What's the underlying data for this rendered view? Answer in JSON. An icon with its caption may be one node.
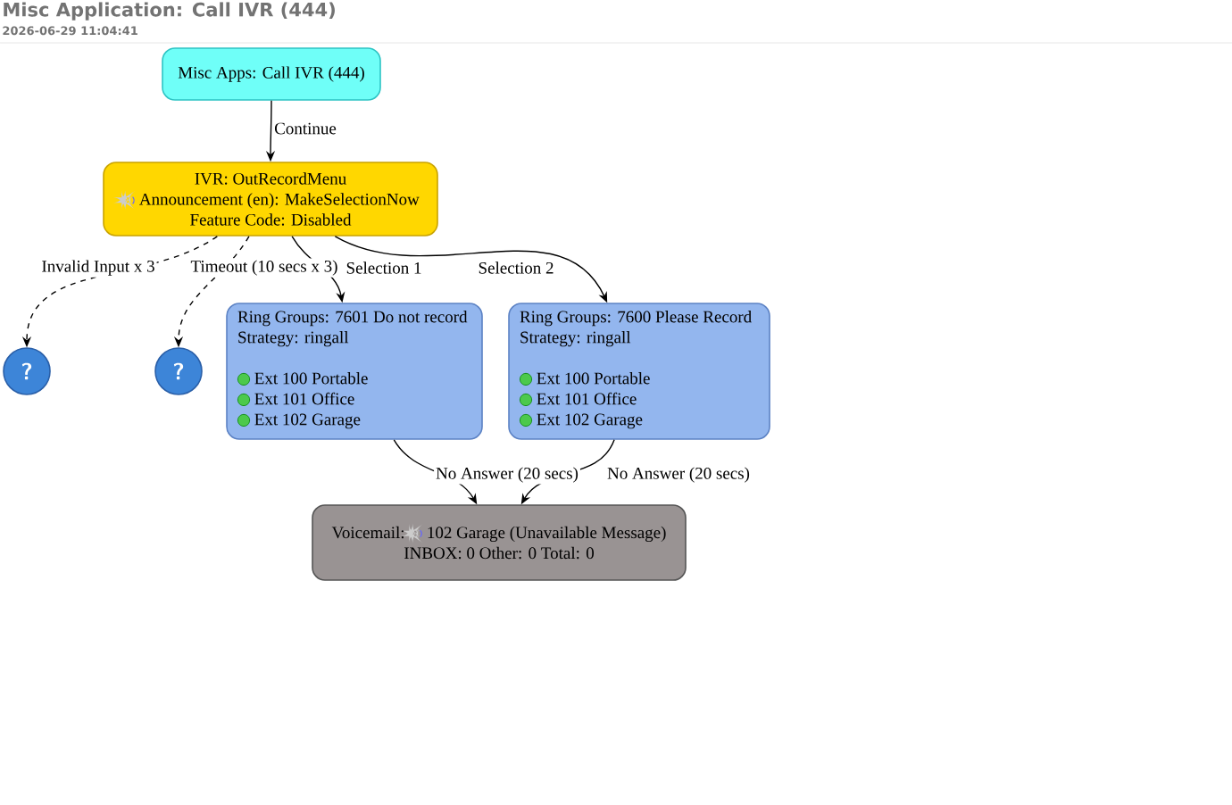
{
  "diagram": {
    "title": "Misc Application: Call IVR (444)",
    "nodes": [
      {
        "text": [
          "Misc Apps: Call IVR (444)"
        ]
      },
      {
        "text": [
          "IVR: OutRecordMenu",
          "Announcement (en): MakeSelectionNow",
          "Feature Code: Disabled"
        ]
      },
      {
        "text": [
          "?"
        ]
      },
      {
        "text": [
          "?"
        ]
      },
      {
        "text": [
          "Ring Groups: 7601 Do not record",
          "Strategy: ringall",
          "Ext 100 Portable",
          "Ext 101 Office",
          "Ext 102 Garage"
        ]
      },
      {
        "text": [
          "Ring Groups: 7600 Please Record",
          "Strategy: ringall",
          "Ext 100 Portable",
          "Ext 101 Office",
          "Ext 102 Garage"
        ]
      },
      {
        "text": [
          "Voicemail:",
          "102 Garage (Unavailable Message)",
          "INBOX: 0  Other: 0  Total: 0"
        ]
      }
    ],
    "edges": [
      {
        "from": 0,
        "to": 1,
        "arrow": "to",
        "label": "Continue"
      },
      {
        "from": 1,
        "to": 2,
        "arrow": "to",
        "label": "Invalid Input x 3",
        "style": "dashed"
      },
      {
        "from": 1,
        "to": 3,
        "arrow": "to",
        "label": "Timeout (10 secs x 3)",
        "style": "dashed"
      },
      {
        "from": 1,
        "to": 4,
        "arrow": "to",
        "label": "Selection 1"
      },
      {
        "from": 1,
        "to": 5,
        "arrow": "to",
        "label": "Selection 2"
      },
      {
        "from": 4,
        "to": 6,
        "arrow": "to",
        "label": "No Answer (20 secs)"
      },
      {
        "from": 5,
        "to": 6,
        "arrow": "to",
        "label": "No Answer (20 secs)"
      }
    ],
    "labels": [
      "2026-06-29 11:04:41"
    ]
  }
}
